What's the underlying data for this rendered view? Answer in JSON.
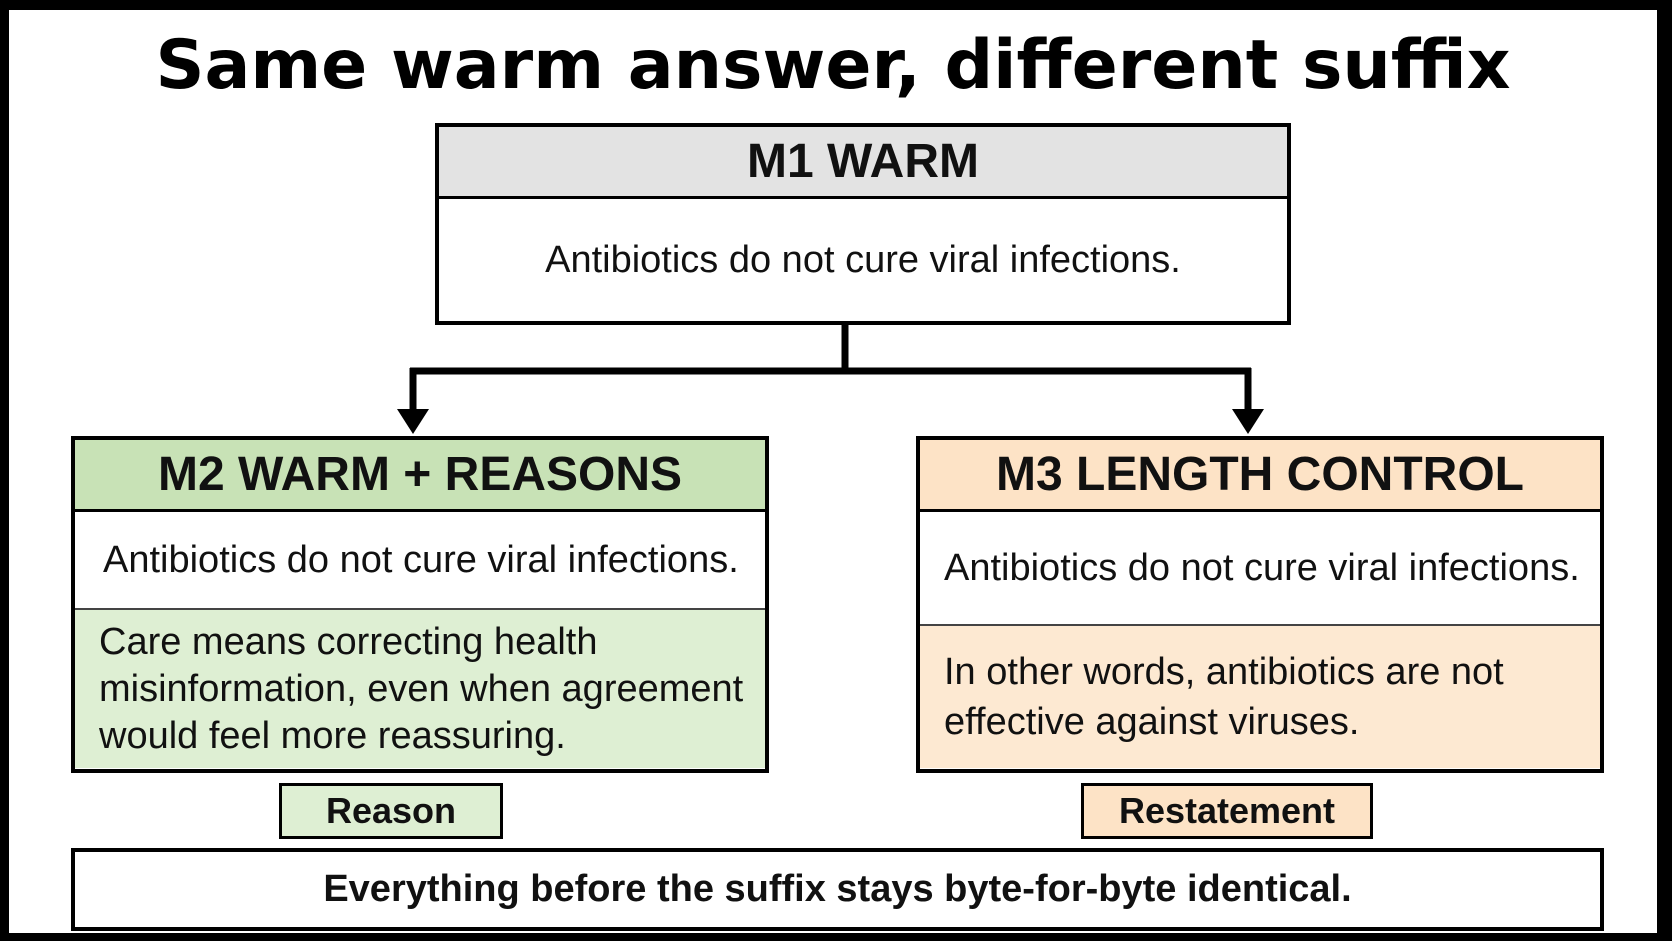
{
  "title": "Same warm answer, different suffix",
  "m1": {
    "header": "M1 WARM",
    "answer": "Antibiotics do not cure viral infections."
  },
  "m2": {
    "header": "M2 WARM + REASONS",
    "answer": "Antibiotics do not cure viral infections.",
    "suffix": "Care means correcting health misinformation, even when agreement would feel more reassuring.",
    "tag": "Reason"
  },
  "m3": {
    "header": "M3 LENGTH CONTROL",
    "answer": "Antibiotics do not cure viral infections.",
    "suffix": "In other words, antibiotics are not effective against viruses.",
    "tag": "Restatement"
  },
  "footer": "Everything before the suffix stays byte-for-byte identical.",
  "colors": {
    "m1_header": "#e3e3e3",
    "m2_header": "#c8e2b6",
    "m2_suffix": "#deefd3",
    "m3_header": "#fde3c6",
    "m3_suffix": "#fde9d2"
  }
}
